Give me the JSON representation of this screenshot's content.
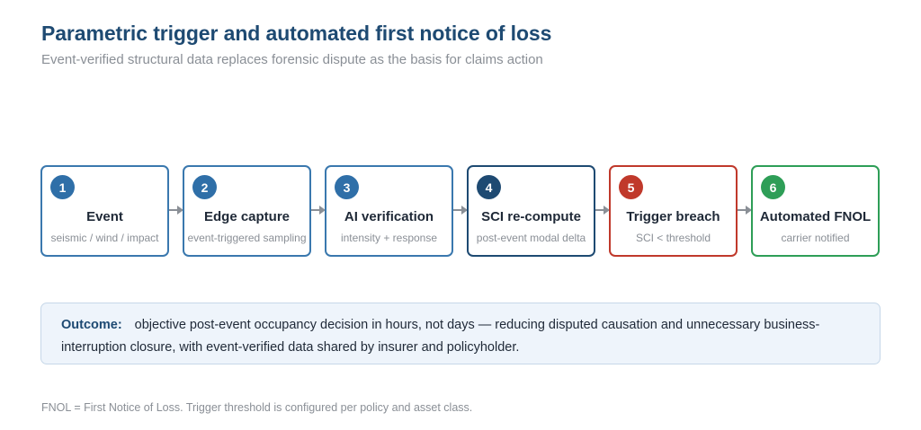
{
  "header": {
    "title": "Parametric trigger and automated first notice of loss",
    "subtitle": "Event-verified structural data replaces forensic dispute as the basis for claims action"
  },
  "steps": [
    {
      "number": "1",
      "label": "Event",
      "sub": "seismic / wind / impact",
      "border_color": "#3a78ae",
      "badge_color": "#2f6fa8"
    },
    {
      "number": "2",
      "label": "Edge capture",
      "sub": "event-triggered sampling",
      "border_color": "#3a78ae",
      "badge_color": "#2f6fa8"
    },
    {
      "number": "3",
      "label": "AI verification",
      "sub": "intensity + response",
      "border_color": "#3a78ae",
      "badge_color": "#2f6fa8"
    },
    {
      "number": "4",
      "label": "SCI re-compute",
      "sub": "post-event modal delta",
      "border_color": "#1e4a72",
      "badge_color": "#1e4a72"
    },
    {
      "number": "5",
      "label": "Trigger breach",
      "sub": "SCI < threshold",
      "border_color": "#c0392b",
      "badge_color": "#c0392b"
    },
    {
      "number": "6",
      "label": "Automated FNOL",
      "sub": "carrier notified",
      "border_color": "#2e9e57",
      "badge_color": "#2e9e57"
    }
  ],
  "outcome": {
    "label": "Outcome:",
    "text": "objective post-event occupancy decision in hours, not days — reducing disputed causation and unnecessary business-interruption closure, with event-verified data shared by insurer and policyholder."
  },
  "footnote": "FNOL = First Notice of Loss. Trigger threshold is configured per policy and asset class.",
  "colors": {
    "title": "#1e4a72",
    "arrow": "#8a8f96",
    "outcome_bg": "#eef4fb"
  }
}
